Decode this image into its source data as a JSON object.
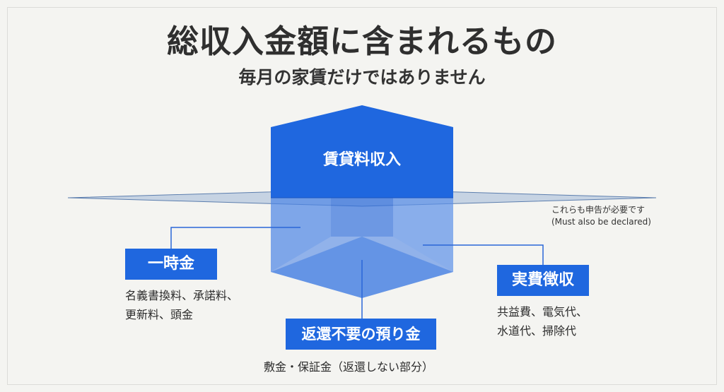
{
  "title": "総収入金額に含まれるもの",
  "subtitle": "毎月の家賃だけではありません",
  "core": {
    "label": "賃貸料収入"
  },
  "note": {
    "line1": "これらも申告が必要です",
    "line2": "(Must also be declared)"
  },
  "categories": [
    {
      "label": "一時金",
      "desc_line1": "名義書換料、承諾料、",
      "desc_line2": "更新料、頭金"
    },
    {
      "label": "実費徴収",
      "desc_line1": "共益費、電気代、",
      "desc_line2": "水道代、掃除代"
    },
    {
      "label": "返還不要の預り金",
      "desc_line1": "敷金・保証金（返還しない部分）"
    }
  ],
  "colors": {
    "primary": "#1f67df",
    "translucent": "#5b8fe8",
    "background": "#f4f4f1"
  }
}
